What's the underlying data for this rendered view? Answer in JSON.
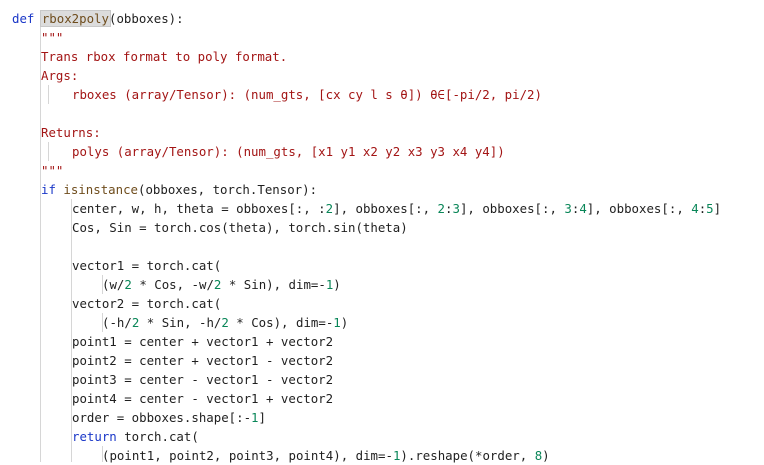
{
  "code": {
    "lines": [
      [
        [
          "kw",
          "def "
        ],
        [
          "fnname",
          "rbox2poly"
        ],
        [
          "p",
          "(obboxes):"
        ]
      ],
      [
        [
          "str",
          "\"\"\""
        ]
      ],
      [
        [
          "str",
          "Trans rbox format to poly format."
        ]
      ],
      [
        [
          "str",
          "Args:"
        ]
      ],
      [
        [
          "str",
          "rboxes (array/Tensor): (num_gts, [cx cy l s θ]) θ∈[-pi/2, pi/2)"
        ]
      ],
      [],
      [
        [
          "str",
          "Returns:"
        ]
      ],
      [
        [
          "str",
          "polys (array/Tensor): (num_gts, [x1 y1 x2 y2 x3 y3 x4 y4])"
        ]
      ],
      [
        [
          "str",
          "\"\"\""
        ]
      ],
      [
        [
          "kw",
          "if "
        ],
        [
          "fn",
          "isinstance"
        ],
        [
          "p",
          "(obboxes, torch.Tensor):"
        ]
      ],
      [
        [
          "p",
          "center, w, h, theta = obboxes[:, :"
        ],
        [
          "num",
          "2"
        ],
        [
          "p",
          "], obboxes[:, "
        ],
        [
          "num",
          "2"
        ],
        [
          "p",
          ":"
        ],
        [
          "num",
          "3"
        ],
        [
          "p",
          "], obboxes[:, "
        ],
        [
          "num",
          "3"
        ],
        [
          "p",
          ":"
        ],
        [
          "num",
          "4"
        ],
        [
          "p",
          "], obboxes[:, "
        ],
        [
          "num",
          "4"
        ],
        [
          "p",
          ":"
        ],
        [
          "num",
          "5"
        ],
        [
          "p",
          "]"
        ]
      ],
      [
        [
          "p",
          "Cos, Sin = torch.cos(theta), torch.sin(theta)"
        ]
      ],
      [],
      [
        [
          "p",
          "vector1 = torch.cat("
        ]
      ],
      [
        [
          "p",
          "(w/"
        ],
        [
          "num",
          "2"
        ],
        [
          "p",
          " * Cos, -w/"
        ],
        [
          "num",
          "2"
        ],
        [
          "p",
          " * Sin), dim=-"
        ],
        [
          "num",
          "1"
        ],
        [
          "p",
          ")"
        ]
      ],
      [
        [
          "p",
          "vector2 = torch.cat("
        ]
      ],
      [
        [
          "p",
          "(-h/"
        ],
        [
          "num",
          "2"
        ],
        [
          "p",
          " * Sin, -h/"
        ],
        [
          "num",
          "2"
        ],
        [
          "p",
          " * Cos), dim=-"
        ],
        [
          "num",
          "1"
        ],
        [
          "p",
          ")"
        ]
      ],
      [
        [
          "p",
          "point1 = center + vector1 + vector2"
        ]
      ],
      [
        [
          "p",
          "point2 = center + vector1 - vector2"
        ]
      ],
      [
        [
          "p",
          "point3 = center - vector1 - vector2"
        ]
      ],
      [
        [
          "p",
          "point4 = center - vector1 + vector2"
        ]
      ],
      [
        [
          "p",
          "order = obboxes.shape[:-"
        ],
        [
          "num",
          "1"
        ],
        [
          "p",
          "]"
        ]
      ],
      [
        [
          "kw",
          "return "
        ],
        [
          "p",
          "torch.cat("
        ]
      ],
      [
        [
          "p",
          "(point1, point2, point3, point4), dim=-"
        ],
        [
          "num",
          "1"
        ],
        [
          "p",
          ").reshape(*order, "
        ],
        [
          "num",
          "8"
        ],
        [
          "p",
          ")"
        ]
      ]
    ]
  }
}
